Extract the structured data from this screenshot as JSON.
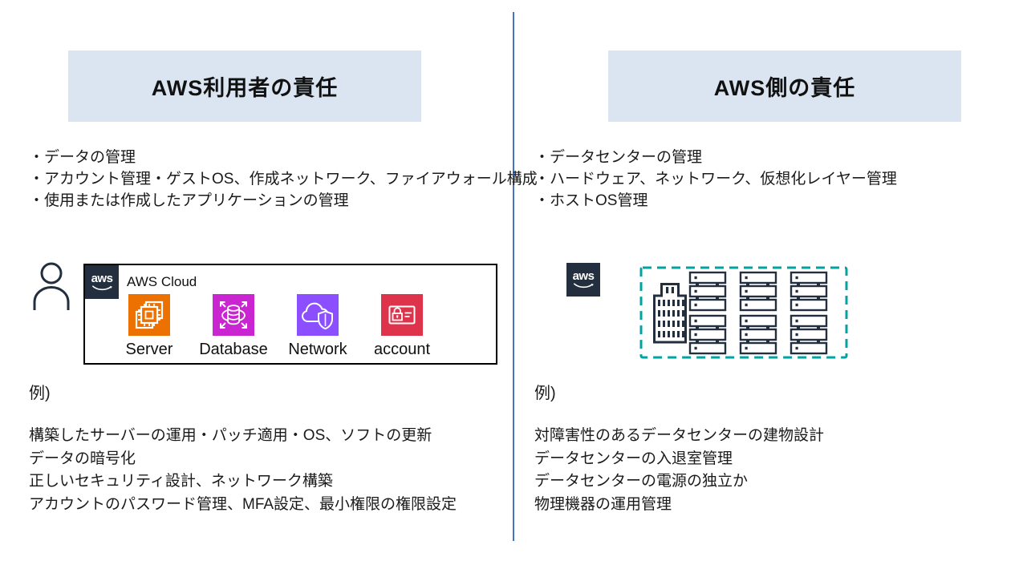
{
  "colors": {
    "header_bg": "#dbe5f1",
    "divider_blue": "#4472C4",
    "aws_navy": "#232F3E",
    "teal_dashed": "#00A3A0",
    "server": "#ED7100",
    "database": "#C925D1",
    "network": "#8C4FFF",
    "account": "#DD344C"
  },
  "left": {
    "header": "AWS利用者の責任",
    "bullets": [
      "・データの管理",
      "・アカウント管理・ゲストOS、作成ネットワーク、ファイアウォール構成",
      "・使用または作成したアプリケーションの管理"
    ],
    "aws_logo_text": "aws",
    "aws_cloud_label": "AWS Cloud",
    "services": [
      {
        "label": "Server"
      },
      {
        "label": "Database"
      },
      {
        "label": "Network"
      },
      {
        "label": "account"
      }
    ],
    "example_label": "例)",
    "examples": [
      "構築したサーバーの運用・パッチ適用・OS、ソフトの更新",
      "データの暗号化",
      "正しいセキュリティ設計、ネットワーク構築",
      "アカウントのパスワード管理、MFA設定、最小権限の権限設定"
    ]
  },
  "right": {
    "header": "AWS側の責任",
    "bullets": [
      "・データセンターの管理",
      "・ハードウェア、ネットワーク、仮想化レイヤー管理",
      "・ホストOS管理"
    ],
    "aws_logo_text": "aws",
    "example_label": "例)",
    "examples": [
      "対障害性のあるデータセンターの建物設計",
      "データセンターの入退室管理",
      "データセンターの電源の独立か",
      "物理機器の運用管理"
    ]
  }
}
